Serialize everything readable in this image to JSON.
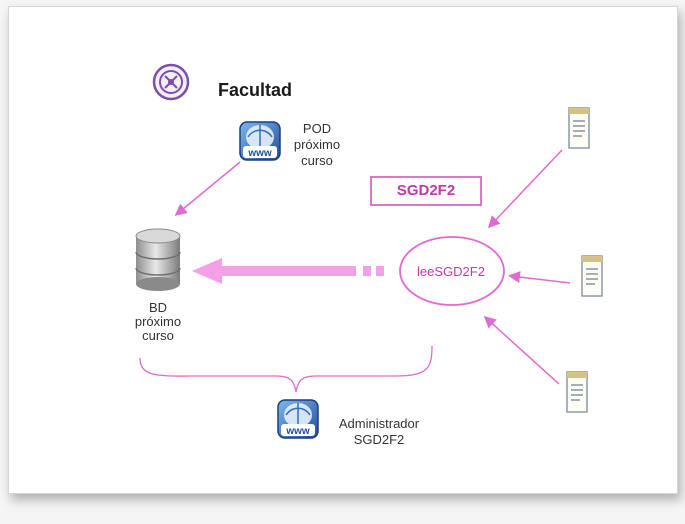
{
  "diagram": {
    "facultad_label": "Facultad",
    "pod_label_line1": "POD",
    "pod_label_line2": "próximo",
    "pod_label_line3": "curso",
    "sgd_title": "SGD2F2",
    "lee_label": "leeSGD2F2",
    "bd_label_line1": "BD",
    "bd_label_line2": "próximo",
    "bd_label_line3": "curso",
    "admin_label_line1": "Administrador",
    "admin_label_line2": "SGD2F2",
    "www_text": "www"
  },
  "colors": {
    "accent": "#e06ad0",
    "accent_text": "#c23aa8",
    "globe_blue": "#2f6fc0",
    "seal_purple": "#7a4fa8"
  }
}
